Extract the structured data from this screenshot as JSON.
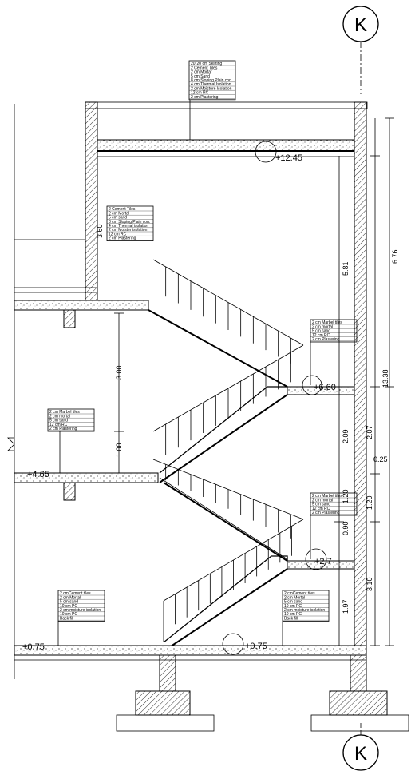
{
  "axis": {
    "label": "K"
  },
  "levels": {
    "top": "+12.45",
    "landing_upper": "+6.60",
    "left_floor": "+4.65",
    "landing_lower": "+2.7",
    "ground_left": "+0.75",
    "ground_mid": "+0.75"
  },
  "dimensions": {
    "right_outer": [
      "6.76",
      "13.38",
      "0.25"
    ],
    "right_inner": [
      "5.81",
      "2.07",
      "1.20",
      "3.10"
    ],
    "right_third": [
      "2.09",
      "0.90",
      "1.97"
    ],
    "mid_rail": [
      "1.20"
    ],
    "left_wall": [
      "3.60"
    ],
    "stair_height": [
      "3.00",
      "1.00"
    ]
  },
  "notes": {
    "roof": [
      "20*20 cm Skirting",
      "2 Cement Tiles",
      "2 cm Mortar",
      "5 cm Sand",
      "8 cm Sloping Plain con.",
      "4 cm Thermal Isolation",
      "2 cm Moisture Isolation",
      "12 cm RC",
      "2 cm Plastering"
    ],
    "upper_left": [
      "2 Cement Tiles",
      "2 cm Mortal",
      "5 cm sand",
      "8 cm Sloping Plain con.",
      "4 cm Thermal isolation",
      "2 cm Moister isolation",
      "12 cm RC",
      "2 cm Plastering"
    ],
    "landing_upper": [
      "2 cm Marbel tiles",
      "2 cm mortal",
      "5 cm sand",
      "12 cm RC",
      "2 cm Plastering"
    ],
    "mid_left": [
      "2 cm Marbel tiles",
      "2 cm mortal",
      "5 cm sand",
      "12 cm RC",
      "2 cm Plastering"
    ],
    "landing_lower": [
      "2 cm Marbel tiles",
      "2 cm mortal",
      "5 cm sand",
      "12 cm RC",
      "2 cm Plastering"
    ],
    "ground_left": [
      "2 cmCement tiles",
      "2 cm Mortal",
      "5 cm sand",
      "10 cm PC",
      "2 cm moisture isolation",
      "10 cm PC",
      "Back fill"
    ],
    "ground_right": [
      "2 cmCement tiles",
      "2 cm Mortal",
      "5 cm sand",
      "10 cm PC",
      "2 cm moisture isolation",
      "10 cm PC",
      "Back fill"
    ]
  },
  "colors": {
    "line": "#000000",
    "background": "#ffffff"
  }
}
